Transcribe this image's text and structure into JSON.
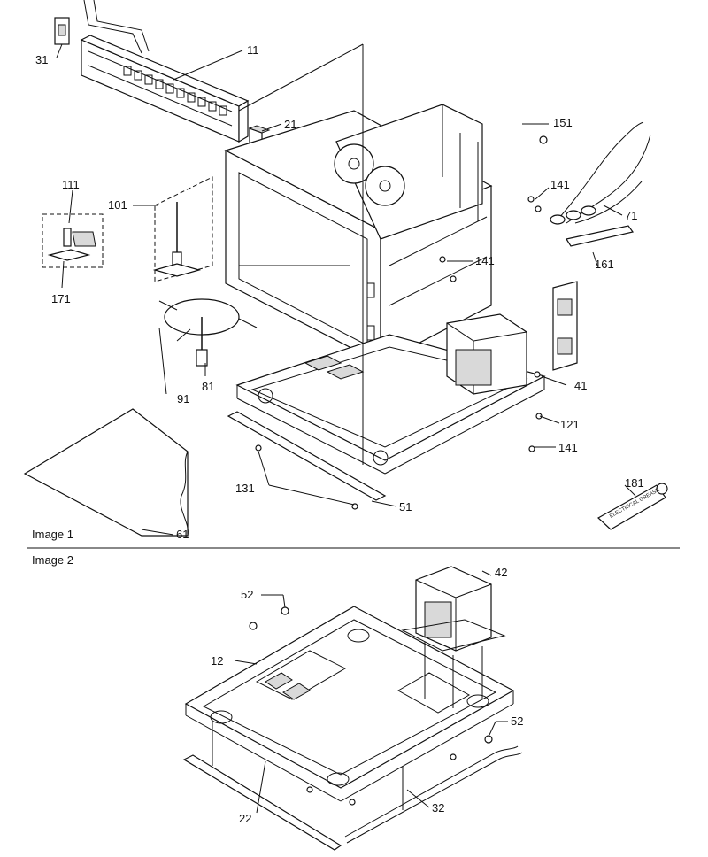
{
  "sections": {
    "image1": "Image 1",
    "image2": "Image 2"
  },
  "callouts": {
    "p11": "11",
    "p21": "21",
    "p31": "31",
    "p41": "41",
    "p51": "51",
    "p61": "61",
    "p71": "71",
    "p81": "81",
    "p91": "91",
    "p101": "101",
    "p111": "111",
    "p121": "121",
    "p131": "131",
    "p141a": "141",
    "p141b": "141",
    "p141c": "141",
    "p151": "151",
    "p161": "161",
    "p171": "171",
    "p181": "181",
    "p12": "12",
    "p22": "22",
    "p32": "32",
    "p42": "42",
    "p52a": "52",
    "p52b": "52"
  },
  "tube_text": "ELECTRICAL GREASE"
}
